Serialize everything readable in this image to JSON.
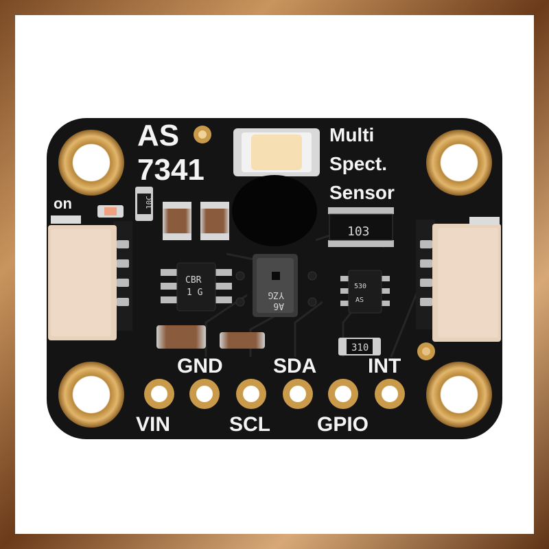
{
  "board": {
    "title_line1": "AS",
    "title_line2": "7341",
    "desc_line1": "Multi",
    "desc_line2": "Spect.",
    "desc_line3": "Sensor",
    "led_label": "on",
    "resistor_network_code": "103",
    "resistor_top_code": "10C",
    "resistor_bottom_code": "310",
    "chip_left_text": [
      "CBR",
      "1 G"
    ],
    "chip_center_text": [
      "A6",
      "YZG"
    ],
    "chip_right_text": [
      "530",
      "AS"
    ]
  },
  "pins": {
    "top_labels": [
      "GND",
      "SDA",
      "INT"
    ],
    "bottom_labels": [
      "VIN",
      "SCL",
      "GPIO"
    ]
  },
  "colors": {
    "pcb": "#141414",
    "gold": "#c99a4a",
    "silkscreen": "#f4f4f4",
    "connector": "#e8d2bc",
    "led": "#f7dfb4"
  }
}
